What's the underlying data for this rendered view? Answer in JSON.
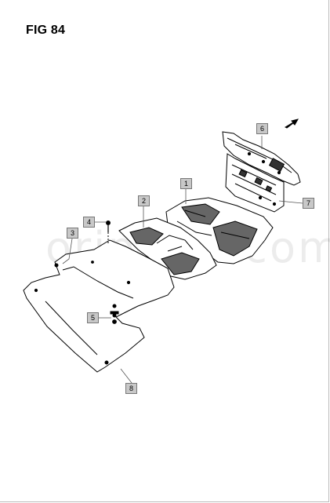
{
  "figure": {
    "title": "FIG 84"
  },
  "watermark": "oriparts.com",
  "callouts": {
    "c1": "1",
    "c2": "2",
    "c3": "3",
    "c4": "4",
    "c5": "5",
    "c6": "6",
    "c7": "7",
    "c8": "8"
  }
}
